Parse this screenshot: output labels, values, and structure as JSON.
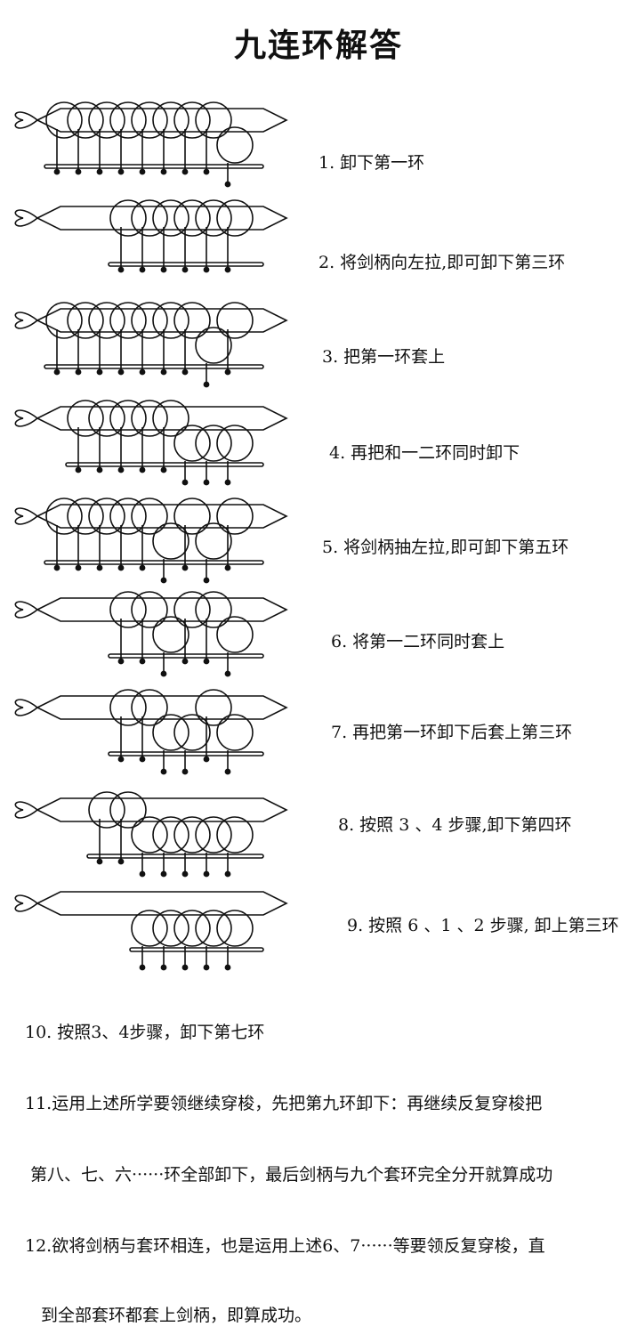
{
  "title": "九连环解答",
  "steps": [
    {
      "label": "1. 卸下第一环",
      "handle_start": 0,
      "up": [
        1,
        1,
        1,
        1,
        1,
        1,
        1,
        1,
        0
      ]
    },
    {
      "label": "2. 将剑柄向左拉,即可卸下第三环",
      "handle_start": 3,
      "up": [
        0,
        0,
        1,
        1,
        1,
        1,
        1,
        1,
        1
      ]
    },
    {
      "label": "3. 把第一环套上",
      "handle_start": 0,
      "up": [
        1,
        1,
        1,
        1,
        1,
        1,
        1,
        0,
        1
      ]
    },
    {
      "label": "4. 再把和一二环同时卸下",
      "handle_start": 1,
      "up": [
        0,
        1,
        1,
        1,
        1,
        1,
        0,
        0,
        0
      ]
    },
    {
      "label": "5. 将剑柄抽左拉,即可卸下第五环",
      "handle_start": 0,
      "up": [
        1,
        1,
        1,
        1,
        1,
        0,
        1,
        0,
        1
      ]
    },
    {
      "label": "6. 将第一二环同时套上",
      "handle_start": 3,
      "up": [
        0,
        0,
        1,
        1,
        1,
        0,
        1,
        1,
        0
      ]
    },
    {
      "label": "7. 再把第一环卸下后套上第三环",
      "handle_start": 3,
      "up": [
        0,
        0,
        1,
        1,
        1,
        0,
        0,
        1,
        0
      ]
    },
    {
      "label": "8. 按照 3 、4 步骤,卸下第四环",
      "handle_start": 2,
      "up": [
        1,
        1,
        1,
        1,
        0,
        0,
        0,
        0,
        0
      ]
    },
    {
      "label": "9. 按照 6 、1 、2 步骤, 卸上第三环",
      "handle_start": 4,
      "up": [
        1,
        1,
        0,
        0,
        0,
        0,
        0,
        0,
        0
      ]
    }
  ],
  "notes": [
    "10. 按照3、4步骤，卸下第七环",
    "11.运用上述所学要领继续穿梭，先把第九环卸下：再继续反复穿梭把",
    "第八、七、六······环全部卸下，最后剑柄与九个套环完全分开就算成功",
    "12.欲将剑柄与套环相连，也是运用上述6、7······等要领反复穿梭，直",
    "到全部套环都套上剑柄，即算成功。"
  ]
}
